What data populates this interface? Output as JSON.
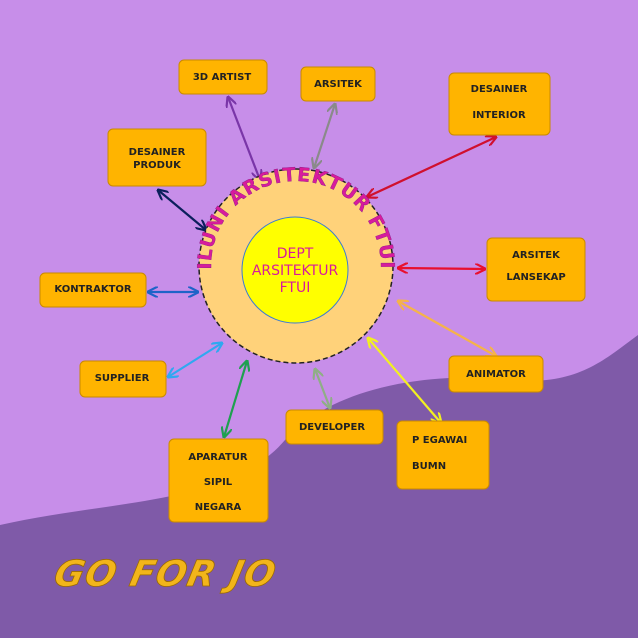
{
  "ring_label": "ILUNI ARSITEKTUR FTUI",
  "center_lines": [
    "DEPT",
    "ARSITEKTUR",
    "FTUI"
  ],
  "slogan": "GO FOR JO",
  "colors": {
    "background": "#c78ee9",
    "wave": "#7f5aa8",
    "node_fill": "#ffb400",
    "node_stroke": "#c98a00",
    "outer_circle": "#ffd27a",
    "inner_circle": "#ffff00",
    "center_text": "#d81b9c",
    "slogan": "#f2b51a"
  },
  "nodes": [
    {
      "id": "3d-artist",
      "lines": [
        "3D ARTIST"
      ],
      "arrow_color": "#7a36a8"
    },
    {
      "id": "arsitek",
      "lines": [
        "ARSITEK"
      ],
      "arrow_color": "#8a8a8a"
    },
    {
      "id": "desainer-interior",
      "lines": [
        "DESAINER",
        "INTERIOR"
      ],
      "arrow_color": "#d0102e"
    },
    {
      "id": "desainer-produk",
      "lines": [
        "DESAINER",
        "PRODUK"
      ],
      "arrow_color": "#0c1f5c"
    },
    {
      "id": "arsitek-lansekap",
      "lines": [
        "ARSITEK",
        "LANSEKAP"
      ],
      "arrow_color": "#e8102e"
    },
    {
      "id": "kontraktor",
      "lines": [
        "KONTRAKTOR"
      ],
      "arrow_color": "#1e63c8"
    },
    {
      "id": "animator",
      "lines": [
        "ANIMATOR"
      ],
      "arrow_color": "#f5b34a"
    },
    {
      "id": "supplier",
      "lines": [
        "SUPPLIER"
      ],
      "arrow_color": "#2fa8f0"
    },
    {
      "id": "developer",
      "lines": [
        "DEVELOPER"
      ],
      "arrow_color": "#8fae86"
    },
    {
      "id": "pegawai-bumn",
      "lines": [
        "P EGAWAI",
        "BUMN"
      ],
      "arrow_color": "#f2f020"
    },
    {
      "id": "aparatur-sipil-negara",
      "lines": [
        "APARATUR",
        "SIPIL",
        "NEGARA"
      ],
      "arrow_color": "#1fa050"
    }
  ]
}
